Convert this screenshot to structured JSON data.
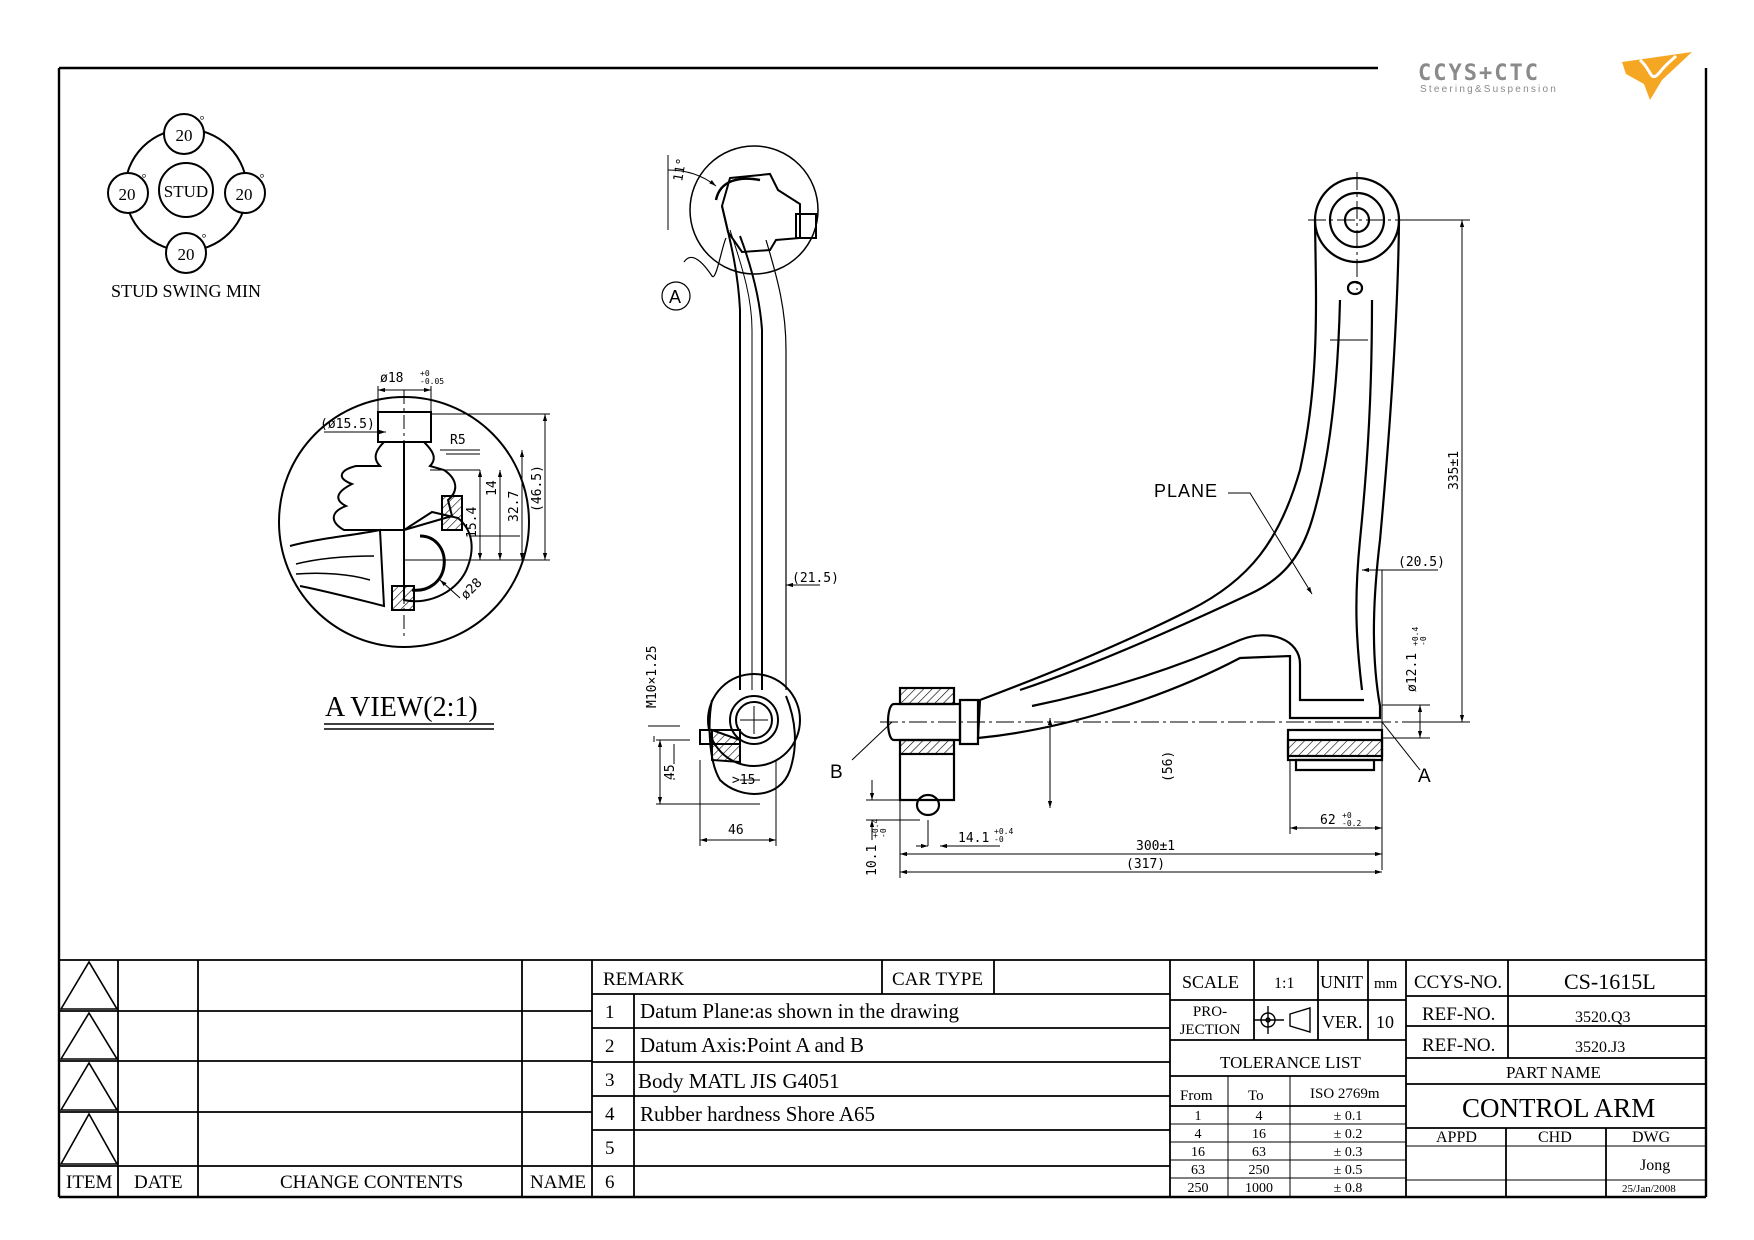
{
  "logo": {
    "text": "CCYS+CTC",
    "tagline": "Steering&Suspension",
    "accent_color": "#f5a623",
    "gray_color": "#8a8a8a"
  },
  "stud_swing": {
    "center": "STUD",
    "top": "20",
    "left": "20",
    "right": "20",
    "bottom": "20",
    "degree": "°",
    "caption": "STUD SWING MIN"
  },
  "a_view": {
    "title": "A VIEW(2:1)",
    "dims": {
      "d18": "ø18",
      "d18_tol": "+0\n-0.05",
      "d15_5": "(ø15.5)",
      "r5": "R5",
      "d14": "14",
      "d32_7": "32.7",
      "d46_5": "(46.5)",
      "d15_4": "15.4",
      "d28": "ø28"
    }
  },
  "side_view": {
    "angle": "11°",
    "label_a": "A",
    "d21_5": "(21.5)",
    "thread": "M10×1.25",
    "d45": "45",
    "gt15": ">15",
    "d46": "46"
  },
  "top_view": {
    "plane": "PLANE",
    "label_b": "B",
    "label_a": "A",
    "d335": "335±1",
    "d20_5": "(20.5)",
    "d12_1": "ø12.1",
    "d12_1_tol": "+0.4\n-0",
    "d56": "(56)",
    "d62": "62",
    "d62_tol": "+0\n-0.2",
    "d10_1": "10.1",
    "d10_1_tol": "+0.4\n-0",
    "d14_1": "14.1",
    "d14_1_tol": "+0.4\n-0",
    "d300": "300±1",
    "d317": "(317)"
  },
  "title_block": {
    "item": "ITEM",
    "date": "DATE",
    "change_contents": "CHANGE CONTENTS",
    "name": "NAME",
    "remark": "REMARK",
    "car_type": "CAR TYPE",
    "remarks": [
      {
        "no": "1",
        "text": "Datum Plane:as shown in the drawing"
      },
      {
        "no": "2",
        "text": "Datum Axis:Point A and B"
      },
      {
        "no": "3",
        "text": "Body MATL JIS G4051"
      },
      {
        "no": "4",
        "text": "Rubber hardness Shore A65"
      },
      {
        "no": "5",
        "text": ""
      },
      {
        "no": "6",
        "text": ""
      }
    ],
    "scale_label": "SCALE",
    "scale": "1:1",
    "unit_label": "UNIT",
    "unit": "mm",
    "projection_label": "PRO-\nJECTION",
    "ver_label": "VER.",
    "ver": "10",
    "tolerance_title": "TOLERANCE LIST",
    "tol_headers": [
      "From",
      "To",
      "ISO 2769m"
    ],
    "tolerances": [
      {
        "from": "1",
        "to": "4",
        "tol": "± 0.1"
      },
      {
        "from": "4",
        "to": "16",
        "tol": "± 0.2"
      },
      {
        "from": "16",
        "to": "63",
        "tol": "± 0.3"
      },
      {
        "from": "63",
        "to": "250",
        "tol": "± 0.5"
      },
      {
        "from": "250",
        "to": "1000",
        "tol": "± 0.8"
      }
    ],
    "ccys_no_label": "CCYS-NO.",
    "ccys_no": "CS-1615L",
    "ref_no_label": "REF-NO.",
    "ref_no_1": "3520.Q3",
    "ref_no_2": "3520.J3",
    "part_name_label": "PART NAME",
    "part_name": "CONTROL ARM",
    "appd": "APPD",
    "chd": "CHD",
    "dwg": "DWG",
    "drawer": "Jong",
    "drawn_date": "25/Jan/2008"
  }
}
